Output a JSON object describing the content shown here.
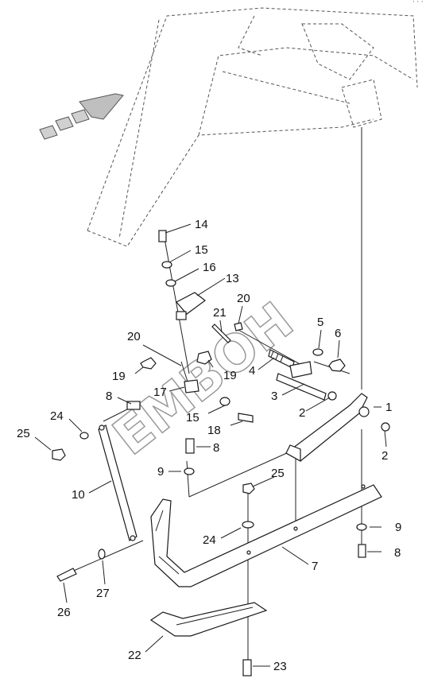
{
  "corner_mark": "···",
  "watermark": "EMBOH",
  "callouts": [
    {
      "id": "c1",
      "text": "1"
    },
    {
      "id": "c2a",
      "text": "2"
    },
    {
      "id": "c2b",
      "text": "2"
    },
    {
      "id": "c3",
      "text": "3"
    },
    {
      "id": "c4",
      "text": "4"
    },
    {
      "id": "c5",
      "text": "5"
    },
    {
      "id": "c6",
      "text": "6"
    },
    {
      "id": "c7",
      "text": "7"
    },
    {
      "id": "c8a",
      "text": "8"
    },
    {
      "id": "c8b",
      "text": "8"
    },
    {
      "id": "c8c",
      "text": "8"
    },
    {
      "id": "c9a",
      "text": "9"
    },
    {
      "id": "c9b",
      "text": "9"
    },
    {
      "id": "c10",
      "text": "10"
    },
    {
      "id": "c13",
      "text": "13"
    },
    {
      "id": "c14",
      "text": "14"
    },
    {
      "id": "c15a",
      "text": "15"
    },
    {
      "id": "c15b",
      "text": "15"
    },
    {
      "id": "c16",
      "text": "16"
    },
    {
      "id": "c17",
      "text": "17"
    },
    {
      "id": "c18",
      "text": "18"
    },
    {
      "id": "c19a",
      "text": "19"
    },
    {
      "id": "c19b",
      "text": "19"
    },
    {
      "id": "c20a",
      "text": "20"
    },
    {
      "id": "c20b",
      "text": "20"
    },
    {
      "id": "c21",
      "text": "21"
    },
    {
      "id": "c22",
      "text": "22"
    },
    {
      "id": "c23",
      "text": "23"
    },
    {
      "id": "c24a",
      "text": "24"
    },
    {
      "id": "c24b",
      "text": "24"
    },
    {
      "id": "c25a",
      "text": "25"
    },
    {
      "id": "c25b",
      "text": "25"
    },
    {
      "id": "c26",
      "text": "26"
    },
    {
      "id": "c27",
      "text": "27"
    }
  ]
}
